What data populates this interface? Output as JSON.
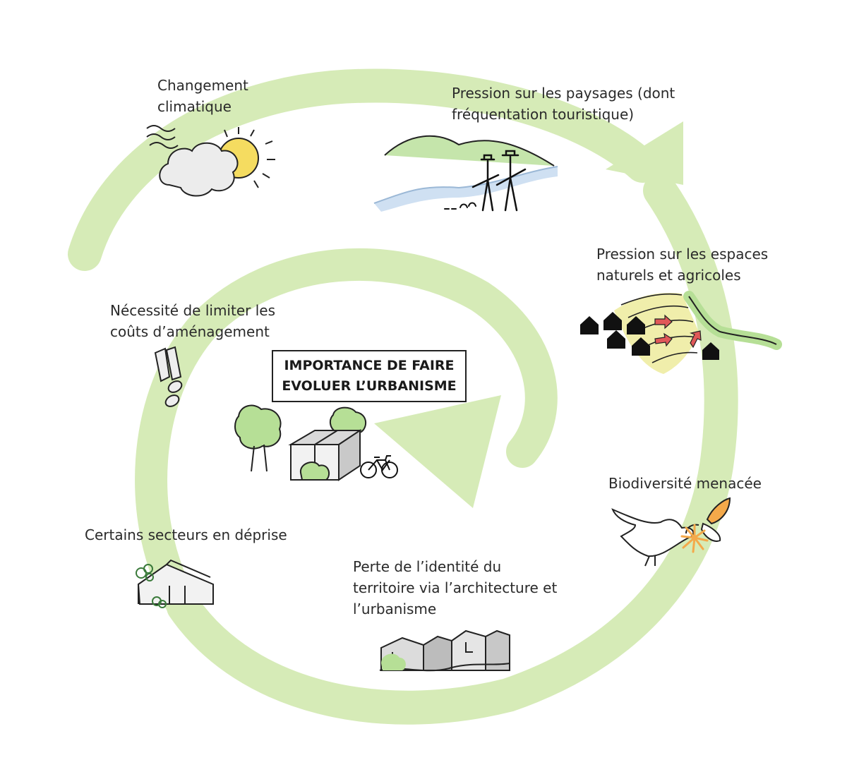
{
  "colors": {
    "arrow_green": "#d6ebb7",
    "leaf_green": "#b6df96",
    "sun_yellow": "#f5dc60",
    "water_blue": "#cfe0f2",
    "field_yellow": "#f0eeab",
    "pressure_red": "#e05858",
    "butterfly_orange": "#f4a94a",
    "building_grey": "#cccccc"
  },
  "center": {
    "title_line1": "IMPORTANCE DE FAIRE",
    "title_line2": "EVOLUER L’URBANISME"
  },
  "labels": {
    "climate": [
      "Changement",
      "climatique"
    ],
    "landscape": [
      "Pression sur les paysages (dont",
      "fréquentation touristique)"
    ],
    "natural": [
      "Pression sur les espaces",
      "naturels et agricoles"
    ],
    "costs": [
      "Nécessité de limiter les",
      "coûts d’aménagement"
    ],
    "biodiversity": [
      "Biodiversité menacée"
    ],
    "decline": [
      "Certains secteurs en déprise"
    ],
    "identity": [
      "Perte de l’identité du",
      "territoire via l’architecture et",
      "l’urbanisme"
    ]
  },
  "icons": [
    "wind-icon",
    "cloud-icon",
    "sun-icon",
    "hills-icon",
    "river-icon",
    "hikers-icon",
    "houses-icon",
    "field-icon",
    "pressure-arrows-icon",
    "hedge-icon",
    "coins-icon",
    "bird-icon",
    "butterfly-icon",
    "flower-icon",
    "ruined-house-icon",
    "town-buildings-icon",
    "tree-icon",
    "house-block-icon",
    "bush-icon",
    "bicycle-icon"
  ]
}
